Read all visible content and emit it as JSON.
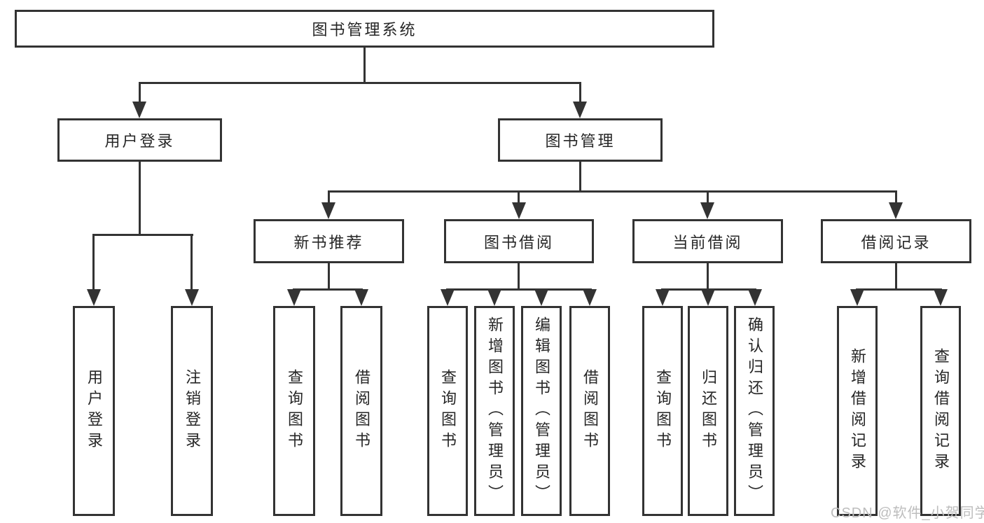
{
  "diagram": {
    "root": "图书管理系统",
    "branches": [
      {
        "label": "用户登录",
        "leaves": [
          "用户登录",
          "注销登录"
        ]
      },
      {
        "label": "图书管理",
        "groups": [
          {
            "label": "新书推荐",
            "leaves": [
              "查询图书",
              "借阅图书"
            ]
          },
          {
            "label": "图书借阅",
            "leaves": [
              "查询图书",
              "新增图书（管理员）",
              "编辑图书（管理员）",
              "借阅图书"
            ]
          },
          {
            "label": "当前借阅",
            "leaves": [
              "查询图书",
              "归还图书",
              "确认归还（管理员）"
            ]
          },
          {
            "label": "借阅记录",
            "leaves": [
              "新增借阅记录",
              "查询借阅记录"
            ]
          }
        ]
      }
    ]
  },
  "watermark": "CSDN @软件_小贺同学",
  "colors": {
    "line": "#333333",
    "text": "#262626",
    "background": "#ffffff",
    "watermark": "#bdbdbd"
  }
}
